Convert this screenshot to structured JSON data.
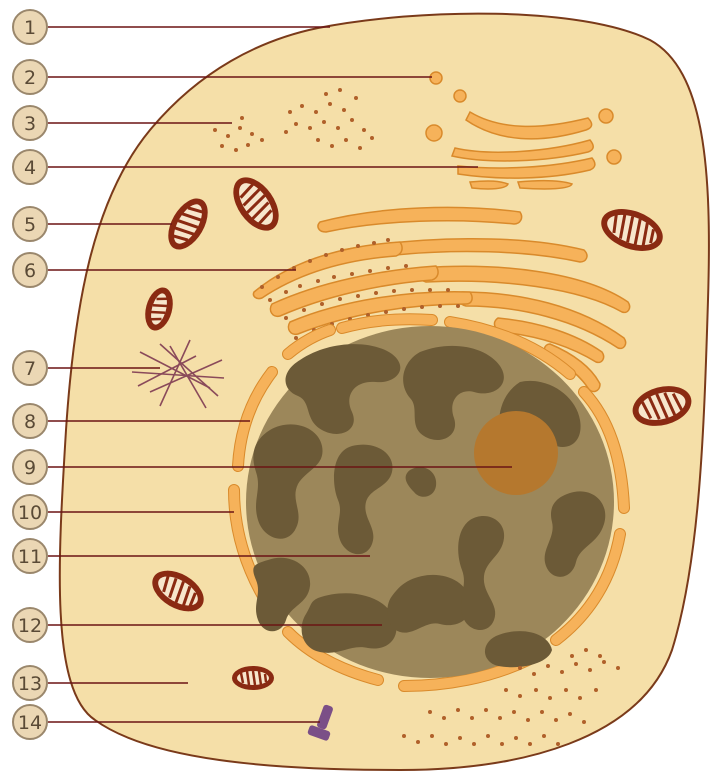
{
  "diagram": {
    "colors": {
      "cytoplasm": "#f5dfa8",
      "cell_membrane": "#7a3a1a",
      "organelle_orange": "#f6b25a",
      "organelle_outline": "#d98a2b",
      "ribosome": "#b0602a",
      "mitochondrion_fill": "#8a2a12",
      "mitochondrion_inner": "#f7e6cc",
      "nucleus": "#9c875a",
      "chromatin": "#6c5a37",
      "nucleolus": "#b5782e",
      "centriole": "#7b4f87",
      "leader_line": "#6b1414",
      "marker_fill": "#ebd7b4",
      "marker_outline": "#9a876c"
    },
    "markers": [
      "1",
      "2",
      "3",
      "4",
      "5",
      "6",
      "7",
      "8",
      "9",
      "10",
      "11",
      "12",
      "13",
      "14"
    ]
  }
}
